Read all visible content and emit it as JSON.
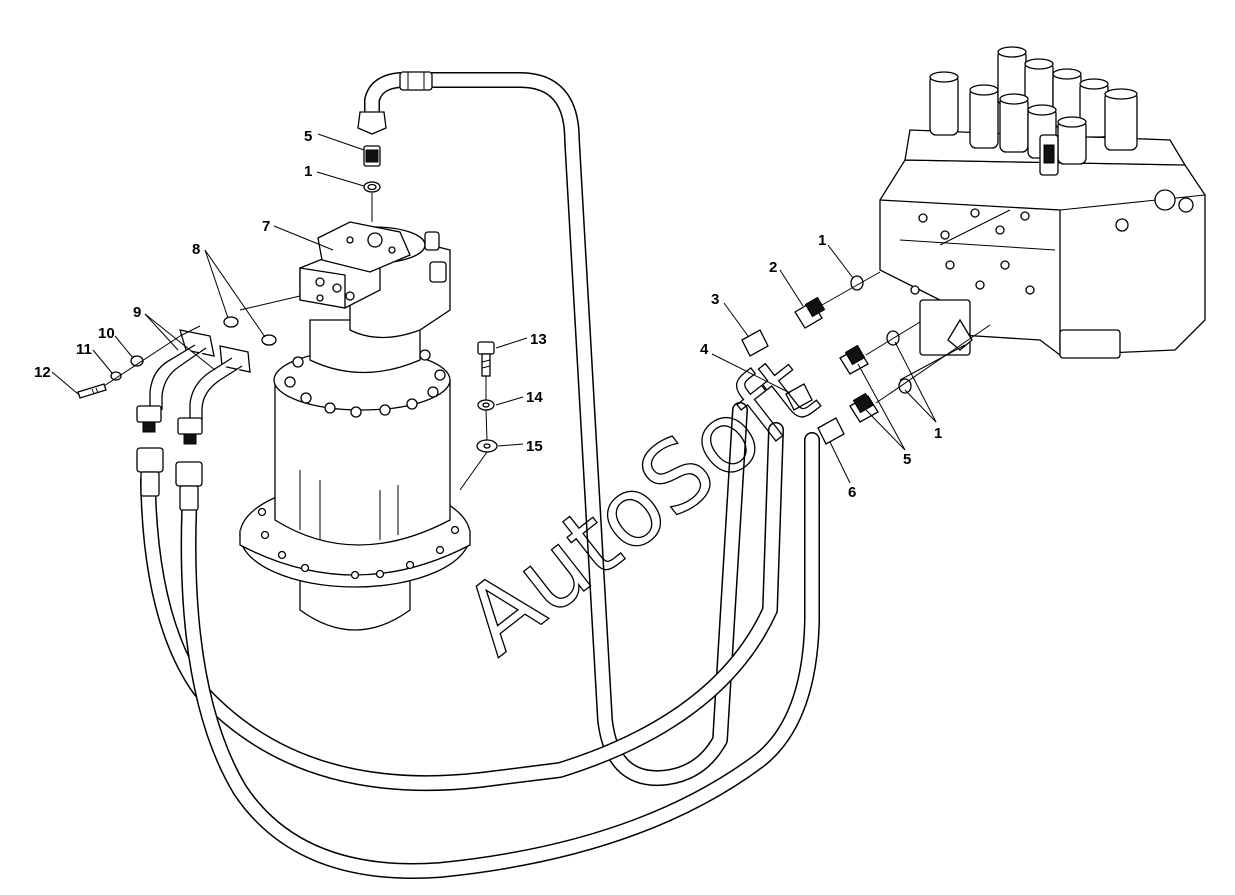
{
  "watermark": "AutoSoft",
  "callouts": [
    {
      "id": "label-5-top",
      "text": "5"
    },
    {
      "id": "label-1-top",
      "text": "1"
    },
    {
      "id": "label-7",
      "text": "7"
    },
    {
      "id": "label-8",
      "text": "8"
    },
    {
      "id": "label-9",
      "text": "9"
    },
    {
      "id": "label-10",
      "text": "10"
    },
    {
      "id": "label-11",
      "text": "11"
    },
    {
      "id": "label-12",
      "text": "12"
    },
    {
      "id": "label-13",
      "text": "13"
    },
    {
      "id": "label-14",
      "text": "14"
    },
    {
      "id": "label-15",
      "text": "15"
    },
    {
      "id": "label-1-right-top",
      "text": "1"
    },
    {
      "id": "label-2",
      "text": "2"
    },
    {
      "id": "label-3",
      "text": "3"
    },
    {
      "id": "label-4",
      "text": "4"
    },
    {
      "id": "label-1-right-bottom",
      "text": "1"
    },
    {
      "id": "label-5-right",
      "text": "5"
    },
    {
      "id": "label-6",
      "text": "6"
    }
  ]
}
